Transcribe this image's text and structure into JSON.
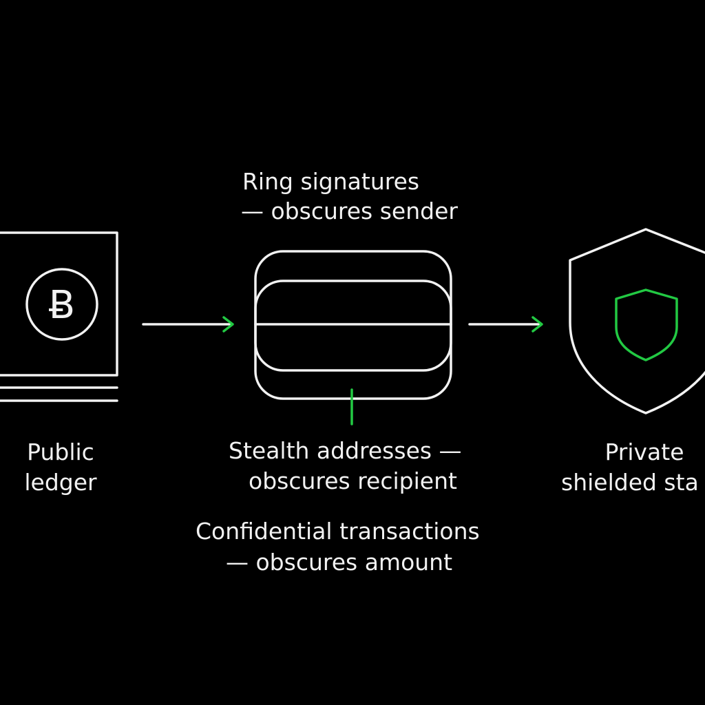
{
  "nodes": {
    "public_ledger": {
      "label_line1": "Public",
      "label_line2": "ledger",
      "icon": "bitcoin-ledger-icon",
      "coin_symbol": "Ƀ"
    },
    "privacy_layer": {
      "icon": "stacked-layers-icon",
      "ring_signatures": {
        "line1": "Ring signatures",
        "line2": "— obscures sender"
      },
      "stealth_addresses": {
        "line1": "Stealth addresses —",
        "line2": "obscures recipient"
      },
      "confidential_transactions": {
        "line1": "Confidential transactions",
        "line2": "— obscures amount"
      }
    },
    "private_state": {
      "label_line1": "Private",
      "label_line2": "shielded sta",
      "icon": "shield-icon"
    }
  },
  "colors": {
    "background": "#000000",
    "foreground": "#f2f2f2",
    "accent": "#22c943"
  }
}
